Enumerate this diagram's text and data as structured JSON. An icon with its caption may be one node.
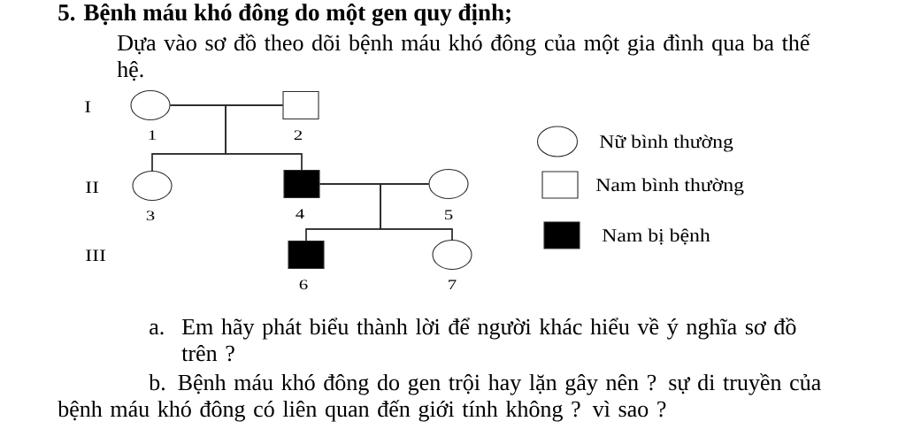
{
  "diagram": {
    "title": "5. Bệnh máu khó đông do một gen quy định;",
    "nodes": [
      {
        "text": [],
        "shape": "circle",
        "beside": [
          "1"
        ]
      },
      {
        "text": [],
        "shape": "box",
        "beside": [
          "2"
        ]
      },
      {
        "text": [],
        "shape": "circle",
        "beside": [
          "3"
        ]
      },
      {
        "text": [],
        "shape": "block",
        "beside": [
          "4"
        ]
      },
      {
        "text": [],
        "shape": "circle",
        "beside": [
          "5"
        ]
      },
      {
        "text": [],
        "shape": "block",
        "beside": [
          "6"
        ]
      },
      {
        "text": [],
        "shape": "circle",
        "beside": [
          "7"
        ]
      }
    ],
    "edges": [
      {
        "from": 0,
        "to": 1,
        "arrow": "none"
      },
      {
        "from": 0,
        "to": 2,
        "arrow": "none"
      },
      {
        "from": 0,
        "to": 3,
        "arrow": "none"
      },
      {
        "from": 1,
        "to": 2,
        "arrow": "none"
      },
      {
        "from": 1,
        "to": 3,
        "arrow": "none"
      },
      {
        "from": 3,
        "to": 4,
        "arrow": "none"
      },
      {
        "from": 3,
        "to": 5,
        "arrow": "none"
      },
      {
        "from": 3,
        "to": 6,
        "arrow": "none"
      },
      {
        "from": 4,
        "to": 5,
        "arrow": "none"
      },
      {
        "from": 4,
        "to": 6,
        "arrow": "none"
      }
    ],
    "labels": [
      "Dựa vào sơ đồ theo dõi bệnh máu khó đông của một gia đình qua ba thế hệ.",
      "I",
      "II",
      "III",
      "a.",
      "Em hãy phát biểu thành lời để người khác hiểu về ý nghĩa sơ đồ trên ?",
      "b. Bệnh máu khó đông do gen trội hay lặn gây nên ? sự di truyền của bệnh máu khó đông có liên quan đến giới tính không ? vì sao ?"
    ],
    "legend": [
      {
        "text": "Nữ bình thường"
      },
      {
        "text": "Nam bình thường"
      },
      {
        "text": "Nam bị bệnh",
        "color": "#000000"
      }
    ]
  }
}
